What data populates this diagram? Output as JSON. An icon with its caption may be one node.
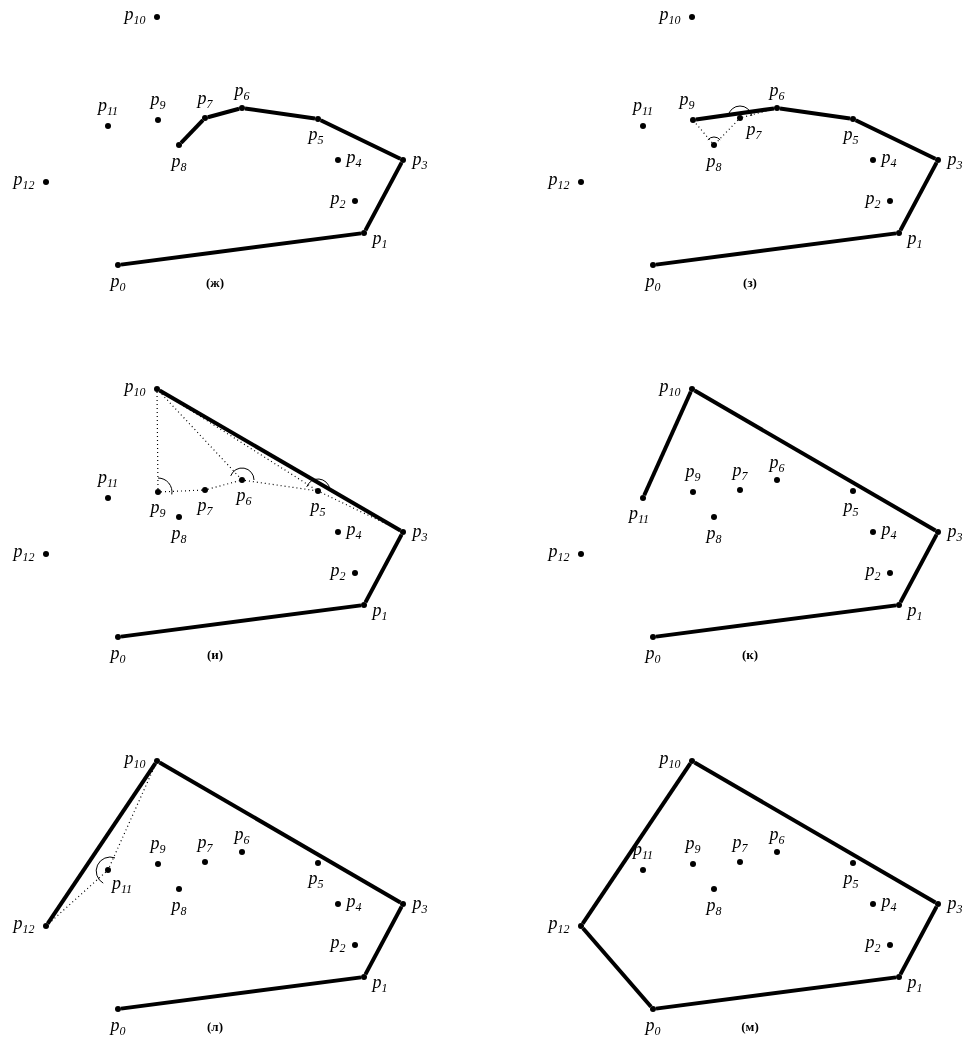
{
  "diagram": {
    "nodes": [
      {
        "text": [],
        "shape": "circle",
        "beside": [
          "p$_{0}$"
        ]
      },
      {
        "text": [],
        "shape": "circle",
        "beside": [
          "p$_{1}$"
        ]
      },
      {
        "text": [],
        "shape": "circle",
        "beside": [
          "p$_{2}$"
        ]
      },
      {
        "text": [],
        "shape": "circle",
        "beside": [
          "p$_{3}$"
        ]
      },
      {
        "text": [],
        "shape": "circle",
        "beside": [
          "p$_{4}$"
        ]
      },
      {
        "text": [],
        "shape": "circle",
        "beside": [
          "p$_{5}$"
        ]
      },
      {
        "text": [],
        "shape": "circle",
        "beside": [
          "p$_{6}$"
        ]
      },
      {
        "text": [],
        "shape": "circle",
        "beside": [
          "p$_{7}$"
        ]
      },
      {
        "text": [],
        "shape": "circle",
        "beside": [
          "p$_{8}$"
        ]
      },
      {
        "text": [],
        "shape": "circle",
        "beside": [
          "p$_{9}$"
        ]
      },
      {
        "text": [],
        "shape": "circle",
        "beside": [
          "p$_{10}$"
        ]
      },
      {
        "text": [],
        "shape": "circle",
        "beside": [
          "p$_{11}$"
        ]
      },
      {
        "text": [],
        "shape": "circle",
        "beside": [
          "p$_{12}$"
        ]
      },
      {
        "text": [],
        "shape": "circle",
        "beside": [
          "p$_{0}$"
        ]
      },
      {
        "text": [],
        "shape": "circle",
        "beside": [
          "p$_{1}$"
        ]
      },
      {
        "text": [],
        "shape": "circle",
        "beside": [
          "p$_{2}$"
        ]
      },
      {
        "text": [],
        "shape": "circle",
        "beside": [
          "p$_{3}$"
        ]
      },
      {
        "text": [],
        "shape": "circle",
        "beside": [
          "p$_{4}$"
        ]
      },
      {
        "text": [],
        "shape": "circle",
        "beside": [
          "p$_{5}$"
        ]
      },
      {
        "text": [],
        "shape": "circle",
        "beside": [
          "p$_{6}$"
        ]
      },
      {
        "text": [],
        "shape": "circle",
        "beside": [
          "p$_{7}$"
        ]
      },
      {
        "text": [],
        "shape": "circle",
        "beside": [
          "p$_{8}$"
        ]
      },
      {
        "text": [],
        "shape": "circle",
        "beside": [
          "p$_{9}$"
        ]
      },
      {
        "text": [],
        "shape": "circle",
        "beside": [
          "p$_{10}$"
        ]
      },
      {
        "text": [],
        "shape": "circle",
        "beside": [
          "p$_{11}$"
        ]
      },
      {
        "text": [],
        "shape": "circle",
        "beside": [
          "p$_{12}$"
        ]
      },
      {
        "text": [],
        "shape": "circle",
        "beside": [
          "p$_{0}$"
        ]
      },
      {
        "text": [],
        "shape": "circle",
        "beside": [
          "p$_{1}$"
        ]
      },
      {
        "text": [],
        "shape": "circle",
        "beside": [
          "p$_{2}$"
        ]
      },
      {
        "text": [],
        "shape": "circle",
        "beside": [
          "p$_{3}$"
        ]
      },
      {
        "text": [],
        "shape": "circle",
        "beside": [
          "p$_{4}$"
        ]
      },
      {
        "text": [],
        "shape": "circle",
        "beside": [
          "p$_{5}$"
        ]
      },
      {
        "text": [],
        "shape": "circle",
        "beside": [
          "p$_{6}$"
        ]
      },
      {
        "text": [],
        "shape": "circle",
        "beside": [
          "p$_{7}$"
        ]
      },
      {
        "text": [],
        "shape": "circle",
        "beside": [
          "p$_{8}$"
        ]
      },
      {
        "text": [],
        "shape": "circle",
        "beside": [
          "p$_{9}$"
        ]
      },
      {
        "text": [],
        "shape": "circle",
        "beside": [
          "p$_{10}$"
        ]
      },
      {
        "text": [],
        "shape": "circle",
        "beside": [
          "p$_{11}$"
        ]
      },
      {
        "text": [],
        "shape": "circle",
        "beside": [
          "p$_{12}$"
        ]
      },
      {
        "text": [],
        "shape": "circle",
        "beside": [
          "p$_{0}$"
        ]
      },
      {
        "text": [],
        "shape": "circle",
        "beside": [
          "p$_{1}$"
        ]
      },
      {
        "text": [],
        "shape": "circle",
        "beside": [
          "p$_{2}$"
        ]
      },
      {
        "text": [],
        "shape": "circle",
        "beside": [
          "p$_{3}$"
        ]
      },
      {
        "text": [],
        "shape": "circle",
        "beside": [
          "p$_{4}$"
        ]
      },
      {
        "text": [],
        "shape": "circle",
        "beside": [
          "p$_{5}$"
        ]
      },
      {
        "text": [],
        "shape": "circle",
        "beside": [
          "p$_{6}$"
        ]
      },
      {
        "text": [],
        "shape": "circle",
        "beside": [
          "p$_{7}$"
        ]
      },
      {
        "text": [],
        "shape": "circle",
        "beside": [
          "p$_{8}$"
        ]
      },
      {
        "text": [],
        "shape": "circle",
        "beside": [
          "p$_{9}$"
        ]
      },
      {
        "text": [],
        "shape": "circle",
        "beside": [
          "p$_{10}$"
        ]
      },
      {
        "text": [],
        "shape": "circle",
        "beside": [
          "p$_{11}$"
        ]
      },
      {
        "text": [],
        "shape": "circle",
        "beside": [
          "p$_{12}$"
        ]
      },
      {
        "text": [],
        "shape": "circle",
        "beside": [
          "p$_{0}$"
        ]
      },
      {
        "text": [],
        "shape": "circle",
        "beside": [
          "p$_{1}$"
        ]
      },
      {
        "text": [],
        "shape": "circle",
        "beside": [
          "p$_{2}$"
        ]
      },
      {
        "text": [],
        "shape": "circle",
        "beside": [
          "p$_{3}$"
        ]
      },
      {
        "text": [],
        "shape": "circle",
        "beside": [
          "p$_{4}$"
        ]
      },
      {
        "text": [],
        "shape": "circle",
        "beside": [
          "p$_{5}$"
        ]
      },
      {
        "text": [],
        "shape": "circle",
        "beside": [
          "p$_{6}$"
        ]
      },
      {
        "text": [],
        "shape": "circle",
        "beside": [
          "p$_{7}$"
        ]
      },
      {
        "text": [],
        "shape": "circle",
        "beside": [
          "p$_{8}$"
        ]
      },
      {
        "text": [],
        "shape": "circle",
        "beside": [
          "p$_{9}$"
        ]
      },
      {
        "text": [],
        "shape": "circle",
        "beside": [
          "p$_{10}$"
        ]
      },
      {
        "text": [],
        "shape": "circle",
        "beside": [
          "p$_{11}$"
        ]
      },
      {
        "text": [],
        "shape": "circle",
        "beside": [
          "p$_{12}$"
        ]
      },
      {
        "text": [],
        "shape": "circle",
        "beside": [
          "p$_{0}$"
        ]
      },
      {
        "text": [],
        "shape": "circle",
        "beside": [
          "p$_{1}$"
        ]
      },
      {
        "text": [],
        "shape": "circle",
        "beside": [
          "p$_{2}$"
        ]
      },
      {
        "text": [],
        "shape": "circle",
        "beside": [
          "p$_{3}$"
        ]
      },
      {
        "text": [],
        "shape": "circle",
        "beside": [
          "p$_{4}$"
        ]
      },
      {
        "text": [],
        "shape": "circle",
        "beside": [
          "p$_{5}$"
        ]
      },
      {
        "text": [],
        "shape": "circle",
        "beside": [
          "p$_{6}$"
        ]
      },
      {
        "text": [],
        "shape": "circle",
        "beside": [
          "p$_{7}$"
        ]
      },
      {
        "text": [],
        "shape": "circle",
        "beside": [
          "p$_{8}$"
        ]
      },
      {
        "text": [],
        "shape": "circle",
        "beside": [
          "p$_{9}$"
        ]
      },
      {
        "text": [],
        "shape": "circle",
        "beside": [
          "p$_{10}$"
        ]
      },
      {
        "text": [],
        "shape": "circle",
        "beside": [
          "p$_{11}$"
        ]
      },
      {
        "text": [],
        "shape": "circle",
        "beside": [
          "p$_{12}$"
        ]
      }
    ],
    "edges": [
      {
        "from": 0,
        "to": 1,
        "arrow": "none"
      },
      {
        "from": 1,
        "to": 3,
        "arrow": "none"
      },
      {
        "from": 3,
        "to": 5,
        "arrow": "none"
      },
      {
        "from": 5,
        "to": 6,
        "arrow": "none"
      },
      {
        "from": 6,
        "to": 7,
        "arrow": "none"
      },
      {
        "from": 7,
        "to": 8,
        "arrow": "none"
      },
      {
        "from": 13,
        "to": 14,
        "arrow": "none"
      },
      {
        "from": 14,
        "to": 16,
        "arrow": "none"
      },
      {
        "from": 16,
        "to": 18,
        "arrow": "none"
      },
      {
        "from": 18,
        "to": 19,
        "arrow": "none"
      },
      {
        "from": 19,
        "to": 22,
        "arrow": "none"
      },
      {
        "from": 19,
        "to": 20,
        "arrow": "none",
        "style": "dashed"
      },
      {
        "from": 20,
        "to": 21,
        "arrow": "none",
        "style": "dashed"
      },
      {
        "from": 21,
        "to": 22,
        "arrow": "none",
        "style": "dashed"
      },
      {
        "from": 26,
        "to": 27,
        "arrow": "none"
      },
      {
        "from": 27,
        "to": 29,
        "arrow": "none"
      },
      {
        "from": 29,
        "to": 36,
        "arrow": "none"
      },
      {
        "from": 36,
        "to": 35,
        "arrow": "none",
        "style": "dashed"
      },
      {
        "from": 35,
        "to": 33,
        "arrow": "none",
        "style": "dashed"
      },
      {
        "from": 33,
        "to": 32,
        "arrow": "none",
        "style": "dashed"
      },
      {
        "from": 32,
        "to": 31,
        "arrow": "none",
        "style": "dashed"
      },
      {
        "from": 31,
        "to": 29,
        "arrow": "none",
        "style": "dashed"
      },
      {
        "from": 36,
        "to": 32,
        "arrow": "none",
        "style": "dashed"
      },
      {
        "from": 36,
        "to": 31,
        "arrow": "none",
        "style": "dashed"
      },
      {
        "from": 39,
        "to": 40,
        "arrow": "none"
      },
      {
        "from": 40,
        "to": 42,
        "arrow": "none"
      },
      {
        "from": 42,
        "to": 49,
        "arrow": "none"
      },
      {
        "from": 49,
        "to": 50,
        "arrow": "none"
      },
      {
        "from": 52,
        "to": 53,
        "arrow": "none"
      },
      {
        "from": 53,
        "to": 55,
        "arrow": "none"
      },
      {
        "from": 55,
        "to": 62,
        "arrow": "none"
      },
      {
        "from": 62,
        "to": 64,
        "arrow": "none"
      },
      {
        "from": 62,
        "to": 63,
        "arrow": "none",
        "style": "dashed"
      },
      {
        "from": 63,
        "to": 64,
        "arrow": "none",
        "style": "dashed"
      },
      {
        "from": 65,
        "to": 66,
        "arrow": "none"
      },
      {
        "from": 66,
        "to": 68,
        "arrow": "none"
      },
      {
        "from": 68,
        "to": 75,
        "arrow": "none"
      },
      {
        "from": 75,
        "to": 77,
        "arrow": "none"
      },
      {
        "from": 77,
        "to": 65,
        "arrow": "none"
      }
    ],
    "labels": [
      "(ж)",
      "(з)",
      "(и)",
      "(к)",
      "(л)",
      "(м)"
    ]
  }
}
